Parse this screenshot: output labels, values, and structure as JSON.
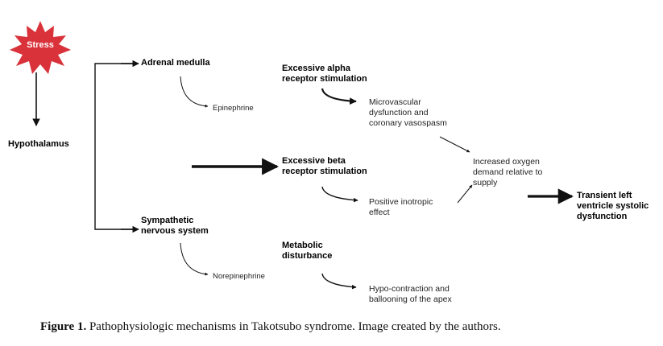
{
  "nodes": {
    "stress": "Stress",
    "hypothalamus": "Hypothalamus",
    "adrenal_medulla": "Adrenal medulla",
    "epinephrine": "Epinephrine",
    "sympathetic_1": "Sympathetic",
    "sympathetic_2": "nervous system",
    "norepinephrine": "Norepinephrine",
    "alpha_1": "Excessive alpha",
    "alpha_2": "receptor  stimulation",
    "beta_1": "Excessive beta",
    "beta_2": "receptor stimulation",
    "metabolic_1": "Metabolic",
    "metabolic_2": "disturbance",
    "micro_1": "Microvascular",
    "micro_2": "dysfunction and",
    "micro_3": "coronary vasospasm",
    "inotropic_1": "Positive inotropic",
    "inotropic_2": "effect",
    "hypo_1": "Hypo-contraction and",
    "hypo_2": "ballooning of the apex",
    "oxygen_1": "Increased oxygen",
    "oxygen_2": "demand relative to",
    "oxygen_3": "supply",
    "outcome_1": "Transient left",
    "outcome_2": "ventricle systolic",
    "outcome_3": "dysfunction"
  },
  "colors": {
    "stress_fill": "#d9323a",
    "arrow": "#111111"
  },
  "caption": {
    "label": "Figure 1.",
    "text": " Pathophysiologic mechanisms in Takotsubo syndrome. Image created by the authors."
  }
}
